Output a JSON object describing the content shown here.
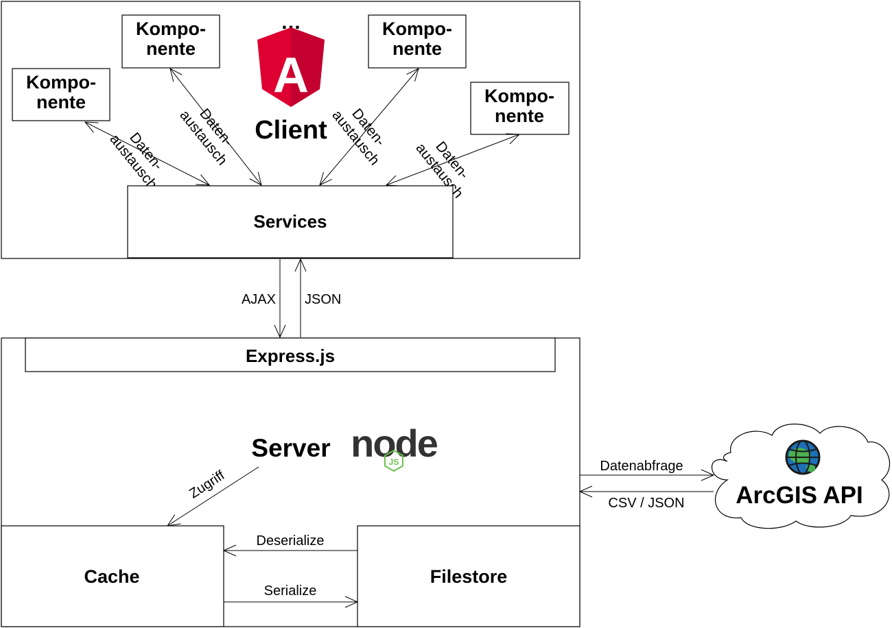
{
  "client": {
    "title": "Client",
    "ellipsis": "…",
    "components": [
      "Kompo-|nente",
      "Kompo-|nente",
      "Kompo-|nente",
      "Kompo-|nente"
    ],
    "exchange_label": "Daten-|austausch",
    "services": "Services"
  },
  "transport": {
    "request": "AJAX",
    "response": "JSON"
  },
  "server": {
    "express": "Express.js",
    "title": "Server",
    "access": "Zugriff",
    "cache": "Cache",
    "filestore": "Filestore",
    "deserialize": "Deserialize",
    "serialize": "Serialize"
  },
  "external": {
    "name": "ArcGIS API",
    "query": "Datenabfrage",
    "response": "CSV / JSON"
  },
  "logos": {
    "angular": "A",
    "node": "node",
    "node_js": "JS"
  },
  "colors": {
    "angular_red": "#DD0031",
    "angular_dark": "#C3002F",
    "node_green": "#6CC24A",
    "node_dark": "#333333"
  }
}
